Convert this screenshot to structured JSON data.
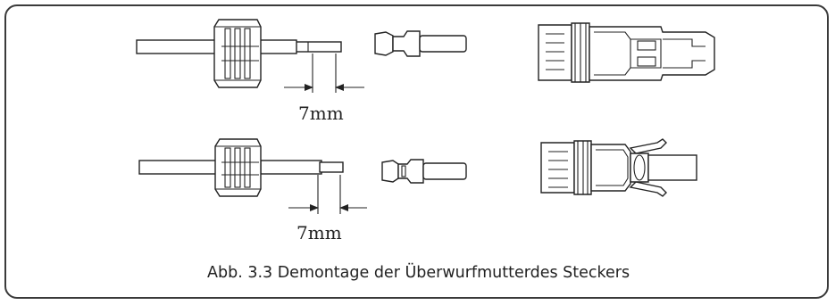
{
  "diagram": {
    "dimension_label_top": "7mm",
    "dimension_label_bottom": "7mm",
    "caption": "Abb. 3.3 Demontage der Überwurfmutterdes Steckers"
  }
}
